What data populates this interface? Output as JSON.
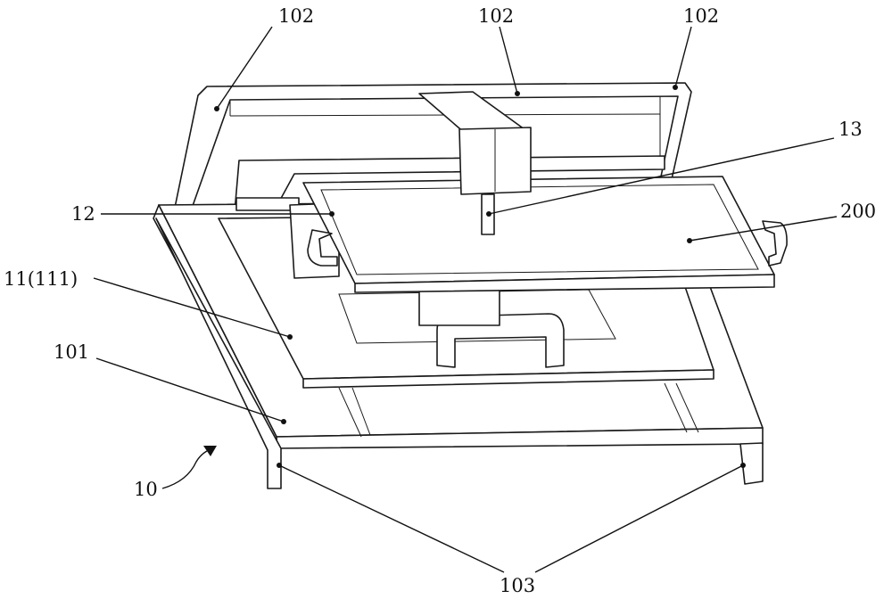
{
  "figure": {
    "labels": {
      "top_left": "102",
      "top_center": "102",
      "top_right": "102",
      "nozzle": "13",
      "carriage": "12",
      "tray": "200",
      "platform": "11(111)",
      "base": "101",
      "machine": "10",
      "feet": "103"
    }
  }
}
